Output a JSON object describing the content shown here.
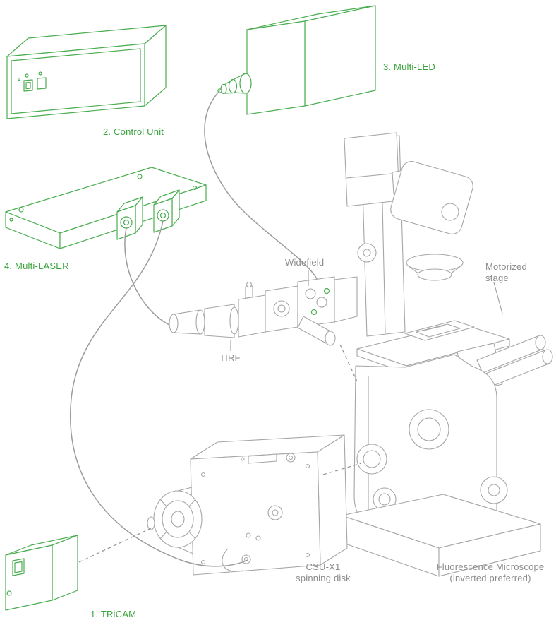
{
  "diagram": {
    "labels": {
      "tricam": "1. TRiCAM",
      "control_unit": "2. Control Unit",
      "multi_led": "3. Multi-LED",
      "multi_laser": "4. Multi-LASER",
      "widefield": "Widefield",
      "tirf": "TIRF",
      "motorized_stage": {
        "line1": "Motorized",
        "line2": "stage"
      },
      "csu": {
        "line1": "CSU-X1",
        "line2": "spinning disk"
      },
      "microscope": {
        "line1": "Fluorescence Microscope",
        "line2": "(inverted preferred)"
      }
    },
    "colors": {
      "accent_green": "#3aa33c",
      "art_green": "#4aad50",
      "art_gray": "#a6a6a6",
      "cable_gray": "#9c9c9c",
      "label_gray": "#8b8b8b",
      "background": "#ffffff"
    }
  }
}
